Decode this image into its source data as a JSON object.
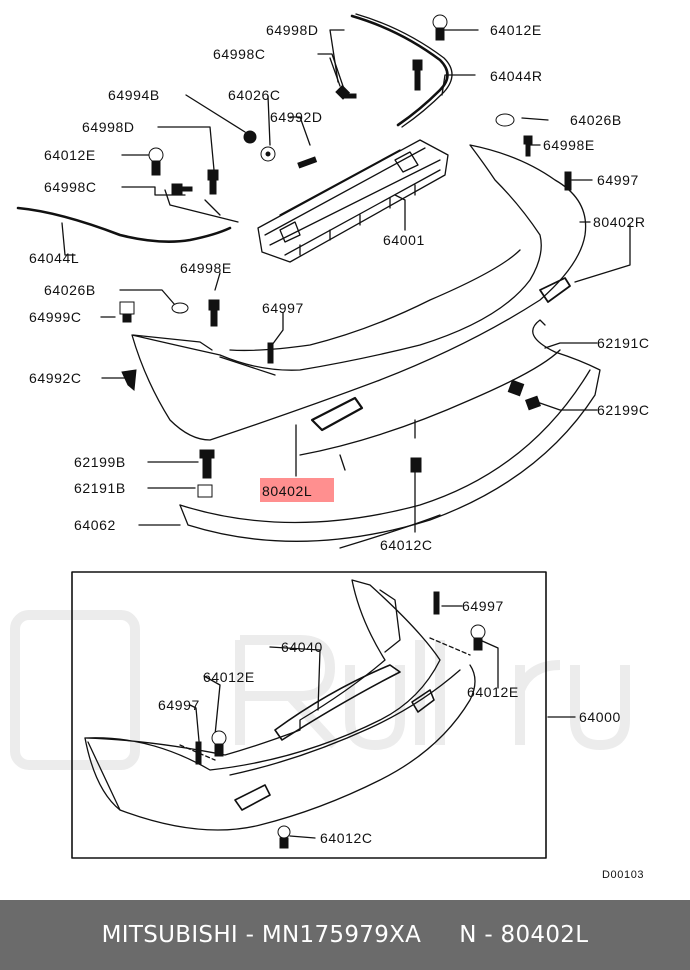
{
  "diagram": {
    "labels": {
      "p64998D_top": "64998D",
      "p64012E_top": "64012E",
      "p64998C_top": "64998C",
      "p64044R": "64044R",
      "p64994B": "64994B",
      "p64026C": "64026C",
      "p64992D": "64992D",
      "p64026B_right": "64026B",
      "p64998D_left": "64998D",
      "p64998E_right": "64998E",
      "p64012E_left": "64012E",
      "p64997_right": "64997",
      "p64998C_left": "64998C",
      "p80402R": "80402R",
      "p64001": "64001",
      "p64044L": "64044L",
      "p64998E_mid": "64998E",
      "p64026B_left": "64026B",
      "p64997_mid": "64997",
      "p64999C": "64999C",
      "p62191C_right": "62191C",
      "p64992C": "64992C",
      "p62199C_right": "62199C",
      "p62199B": "62199B",
      "p80402L": "80402L",
      "p62191B": "62191B",
      "p64062": "64062",
      "p64012C_mid": "64012C",
      "p64997_inset": "64997",
      "p64040": "64040",
      "p64012E_inset_left": "64012E",
      "p64012E_inset_right": "64012E",
      "p64997_inset_left": "64997",
      "p64000": "64000",
      "p64012C_inset": "64012C",
      "sheet_code": "D00103"
    },
    "highlight_color": "#ff8f8f"
  },
  "footer": {
    "brand": "MITSUBISHI",
    "separator": "-",
    "part_number": "MN175979XA",
    "note": "N - 80402L"
  },
  "colors": {
    "footer_bg": "#6b6b6b",
    "footer_text": "#ffffff",
    "line": "#111111"
  }
}
